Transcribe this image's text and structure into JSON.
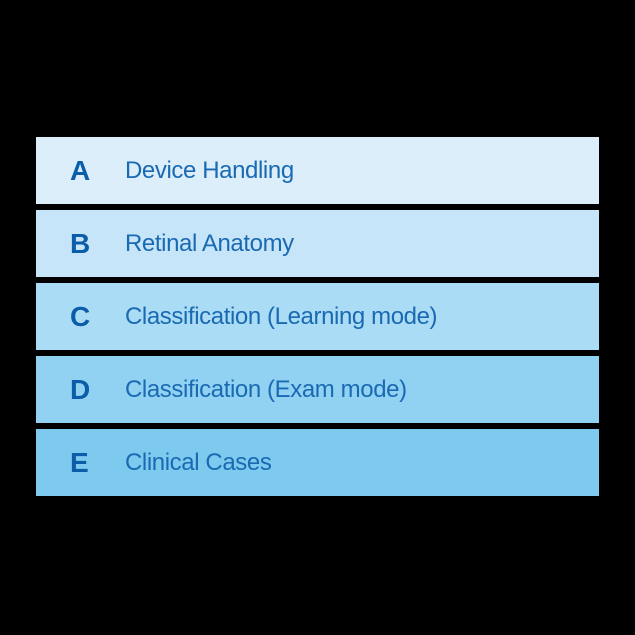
{
  "page": {
    "background_color": "#000000"
  },
  "menu": {
    "text_colors": {
      "letter": "#0c5da8",
      "label": "#1a6ab3"
    },
    "items": [
      {
        "letter": "A",
        "label": "Device Handling",
        "bg": "#dceefa"
      },
      {
        "letter": "B",
        "label": "Retinal Anatomy",
        "bg": "#c6e5f8"
      },
      {
        "letter": "C",
        "label": "Classification (Learning mode)",
        "bg": "#abdcf5"
      },
      {
        "letter": "D",
        "label": "Classification (Exam mode)",
        "bg": "#91d2f2"
      },
      {
        "letter": "E",
        "label": "Clinical Cases",
        "bg": "#7ecaef"
      }
    ]
  }
}
